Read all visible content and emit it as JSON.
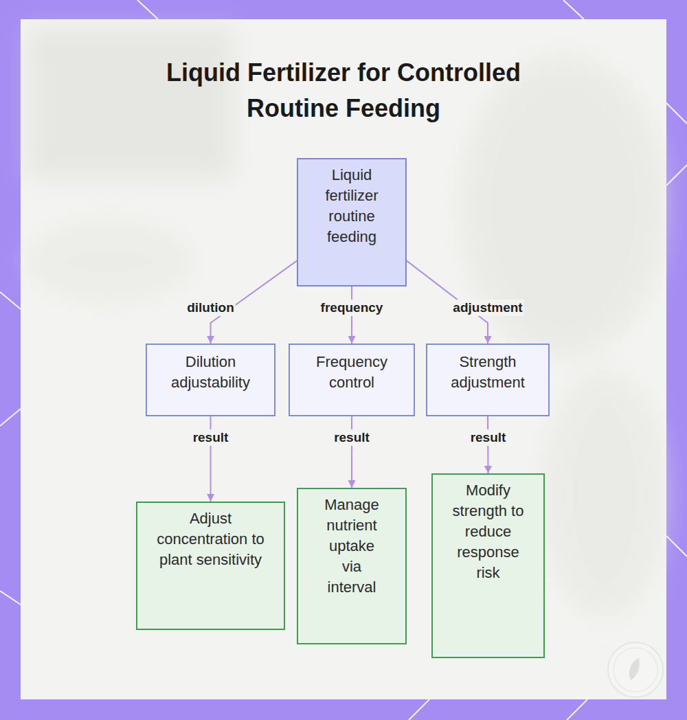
{
  "diagram": {
    "title": "Liquid Fertilizer for Controlled Routine Feeding",
    "nodes": [
      {
        "text": [
          "Liquid fertilizer routine feeding"
        ]
      },
      {
        "text": [
          "Dilution adjustability"
        ]
      },
      {
        "text": [
          "Frequency control"
        ]
      },
      {
        "text": [
          "Strength adjustment"
        ]
      },
      {
        "text": [
          "Adjust concentration to plant sensitivity"
        ]
      },
      {
        "text": [
          "Manage nutrient uptake via interval"
        ]
      },
      {
        "text": [
          "Modify strength to reduce response risk"
        ]
      }
    ],
    "edges": [
      {
        "from": 0,
        "to": 1,
        "label": "dilution",
        "arrow": "to"
      },
      {
        "from": 0,
        "to": 2,
        "label": "frequency",
        "arrow": "to"
      },
      {
        "from": 0,
        "to": 3,
        "label": "adjustment",
        "arrow": "to"
      },
      {
        "from": 1,
        "to": 4,
        "label": "result",
        "arrow": "to"
      },
      {
        "from": 2,
        "to": 5,
        "label": "result",
        "arrow": "to"
      },
      {
        "from": 3,
        "to": 6,
        "label": "result",
        "arrow": "to"
      }
    ]
  }
}
